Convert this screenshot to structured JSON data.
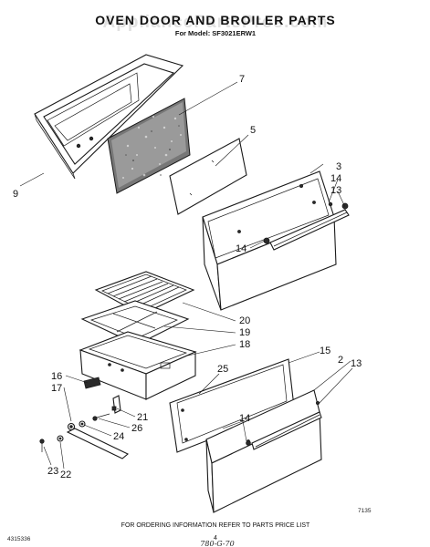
{
  "header": {
    "title": "OVEN DOOR AND BROILER PARTS",
    "subtitle": "For Model: SF3021ERW1",
    "watermark": "AppliancePartsPros.com"
  },
  "callouts": {
    "c7": "7",
    "c5": "5",
    "c3": "3",
    "c14a": "14",
    "c13a": "13",
    "c9": "9",
    "c14b": "14",
    "c20": "20",
    "c19": "19",
    "c18": "18",
    "c15": "15",
    "c2": "2",
    "c13b": "13",
    "c25": "25",
    "c16": "16",
    "c17": "17",
    "c21": "21",
    "c26": "26",
    "c24": "24",
    "c14c": "14",
    "c23": "23",
    "c22": "22"
  },
  "footer": {
    "figure_code": "7135",
    "ordering_note": "FOR ORDERING INFORMATION REFER TO PARTS PRICE LIST",
    "doc_number": "4315336",
    "page_number": "4",
    "handwritten": "780-G-70"
  }
}
